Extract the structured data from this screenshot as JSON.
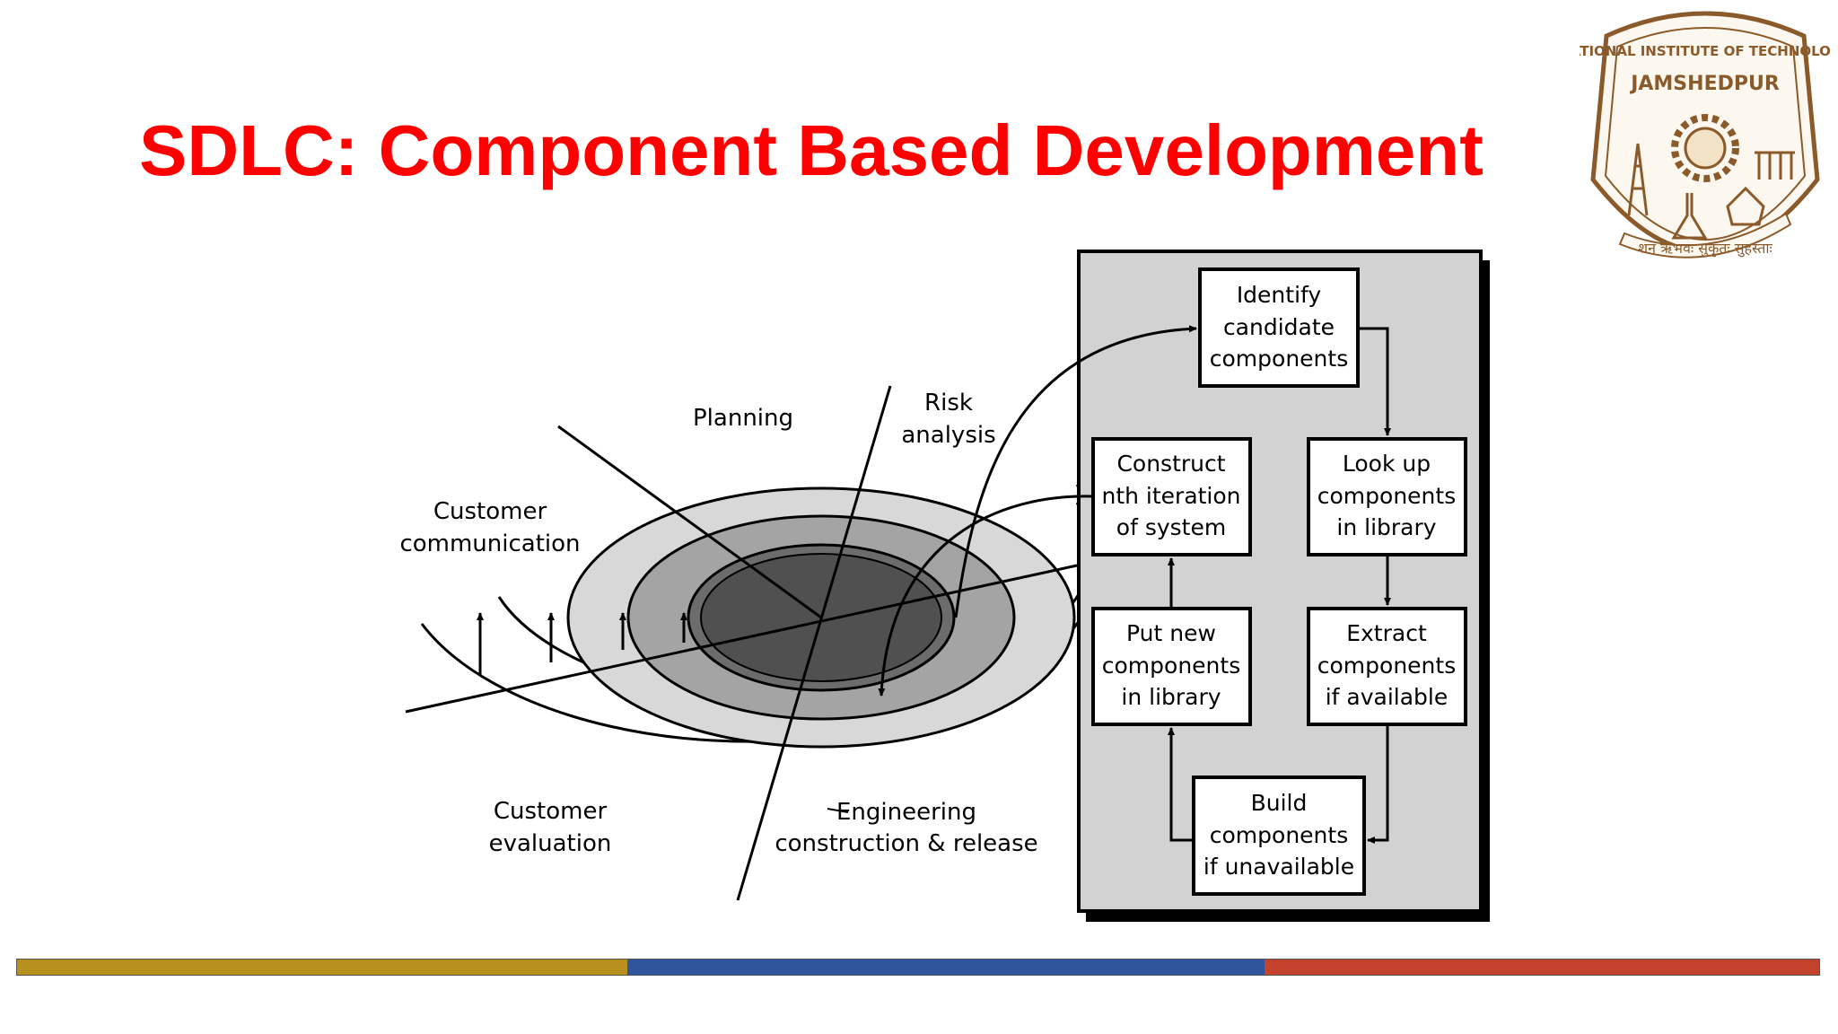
{
  "slide": {
    "title": "SDLC: Component Based Development"
  },
  "logo": {
    "arc_text": "NATIONAL INSTITUTE OF TECHNOLOGY",
    "city": "JAMSHEDPUR",
    "motto": "शन ऋभवः सुकृतः सुहस्ताः",
    "color": "#8a5a2b"
  },
  "spiral": {
    "sector_labels": {
      "planning": "Planning",
      "risk_1": "Risk",
      "risk_2": "analysis",
      "comm_1": "Customer",
      "comm_2": "communication",
      "eval_1": "Customer",
      "eval_2": "evaluation",
      "eng_1": "Engineering",
      "eng_2": "construction & release"
    }
  },
  "process": {
    "boxes": {
      "identify": [
        "Identify",
        "candidate",
        "components"
      ],
      "lookup": [
        "Look up",
        "components",
        "in library"
      ],
      "extract": [
        "Extract",
        "components",
        "if available"
      ],
      "build": [
        "Build",
        "components",
        "if unavailable"
      ],
      "putnew": [
        "Put new",
        "components",
        "in library"
      ],
      "construct": [
        "Construct",
        "nth iteration",
        "of system"
      ]
    }
  },
  "footer": {
    "colors": [
      "#b8901e",
      "#2f559e",
      "#c3432c"
    ]
  }
}
